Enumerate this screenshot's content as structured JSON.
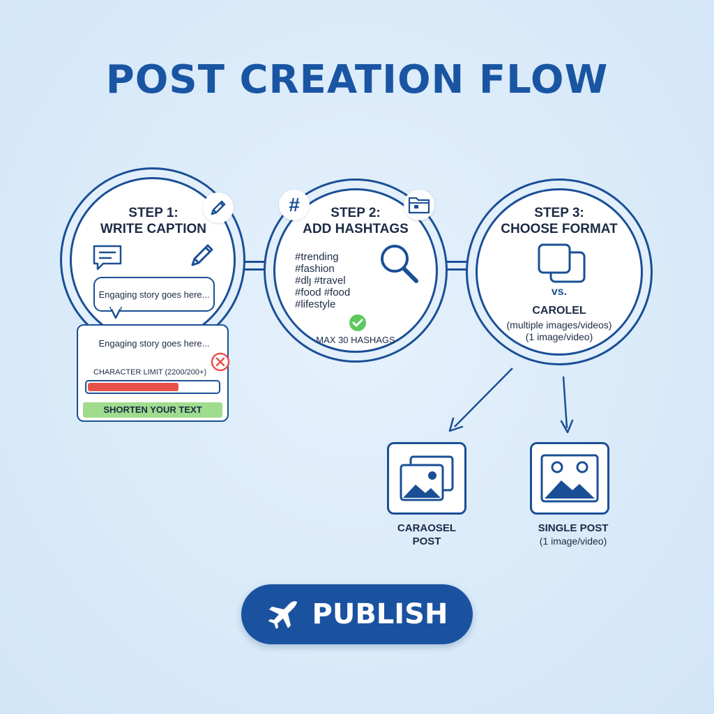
{
  "title": "POST CREATION FLOW",
  "steps": [
    {
      "title_line1": "STEP 1:",
      "title_line2": "WRITE CAPTION",
      "bubble_text": "Engaging story goes here...",
      "panel": {
        "text": "Engaging story goes here...",
        "limit_label": "CHARACTER LIMIT (2200/200+)",
        "progress": 0.7,
        "warning": "SHORTEN YOUR TEXT"
      }
    },
    {
      "title_line1": "STEP 2:",
      "title_line2": "ADD HASHTAGS",
      "hashtags": [
        "#trending",
        "#fashion",
        "#dlȷ #travel",
        "#food #food",
        "#lifestyle"
      ],
      "max_label": "MAX 30 HASHAGS"
    },
    {
      "title_line1": "STEP 3:",
      "title_line2": "CHOOSE FORMAT",
      "vs": "vs.",
      "option_title": "CAROLEL",
      "option_line1": "(multiple images/videos)",
      "option_line2": "(1 image/video)"
    }
  ],
  "formats": [
    {
      "label_line1": "CARAOSEL",
      "label_line2": "POST"
    },
    {
      "label_line1": "SINGLE POST",
      "label_line2": "(1 image/video)"
    }
  ],
  "publish_label": "PUBLISH",
  "colors": {
    "primary": "#1a4f96",
    "button": "#1a52a0",
    "title": "#1a55a3",
    "danger": "#e8514a",
    "success": "#5ec95e",
    "warning_bg": "#9fdc8e"
  },
  "icons": [
    "pencil-icon",
    "hashtag-icon",
    "folder-icon",
    "chat-icon",
    "magnifier-icon",
    "check-icon",
    "error-x-icon",
    "stacked-squares-icon",
    "image-icon",
    "airplane-icon"
  ]
}
